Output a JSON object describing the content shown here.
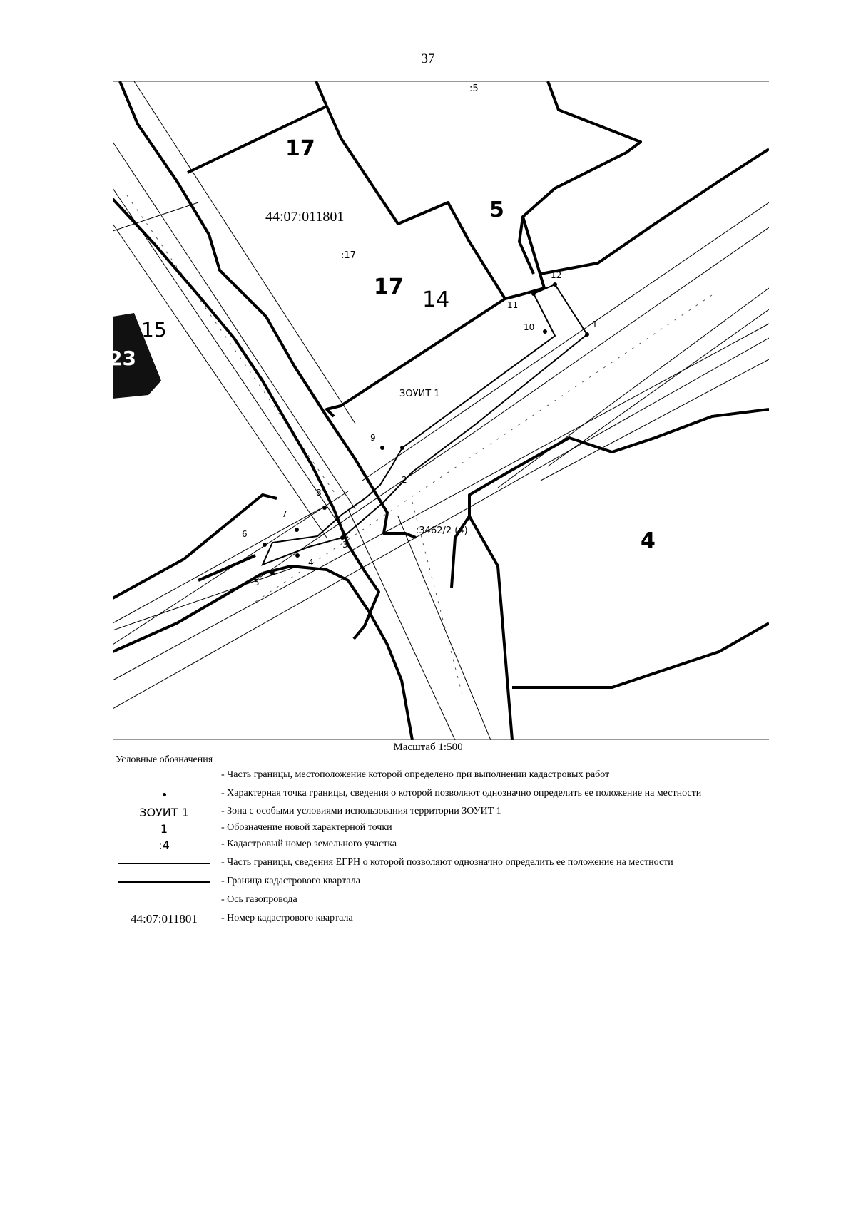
{
  "page_number": "37",
  "map": {
    "quarter_number": "44:07:011801",
    "zone_label": "ЗОУИТ 1",
    "parcel_labels": {
      "p5_small": ":5",
      "p17_small": ":17",
      "p3462": ":3462/2 (4)",
      "big_17_a": "17",
      "big_17_b": "17",
      "big_5": "5",
      "big_14": "14",
      "big_15": "15",
      "big_4": "4",
      "big_23": "23"
    },
    "points": [
      "1",
      "2",
      "3",
      "4",
      "5",
      "6",
      "7",
      "8",
      "9",
      "10",
      "11",
      "12"
    ]
  },
  "scale": "Масштаб 1:500",
  "legend": {
    "title": "Условные обозначения",
    "items": [
      {
        "symbol": "line-thin",
        "symbol_text": "",
        "text": "- Часть границы, местоположение которой определено при выполнении кадастровых работ"
      },
      {
        "symbol": "dot",
        "symbol_text": "",
        "text": "- Характерная точка границы, сведения о которой позволяют однозначно определить ее положение на местности"
      },
      {
        "symbol": "text",
        "symbol_text": "ЗОУИТ 1",
        "text": "- Зона с особыми условиями использования территории ЗОУИТ 1"
      },
      {
        "symbol": "text",
        "symbol_text": "1",
        "text": "- Обозначение новой характерной точки"
      },
      {
        "symbol": "text",
        "symbol_text": ":4",
        "text": "- Кадастровый номер земельного участка"
      },
      {
        "symbol": "line-thick",
        "symbol_text": "",
        "text": "- Часть границы, сведения ЕГРН о которой позволяют однозначно определить ее положение на местности"
      },
      {
        "symbol": "line-thick",
        "symbol_text": "",
        "text": "- Граница кадастрового квартала"
      },
      {
        "symbol": "none",
        "symbol_text": "",
        "text": "- Ось газопровода"
      },
      {
        "symbol": "serif",
        "symbol_text": "44:07:011801",
        "text": "- Номер кадастрового квартала"
      }
    ]
  }
}
